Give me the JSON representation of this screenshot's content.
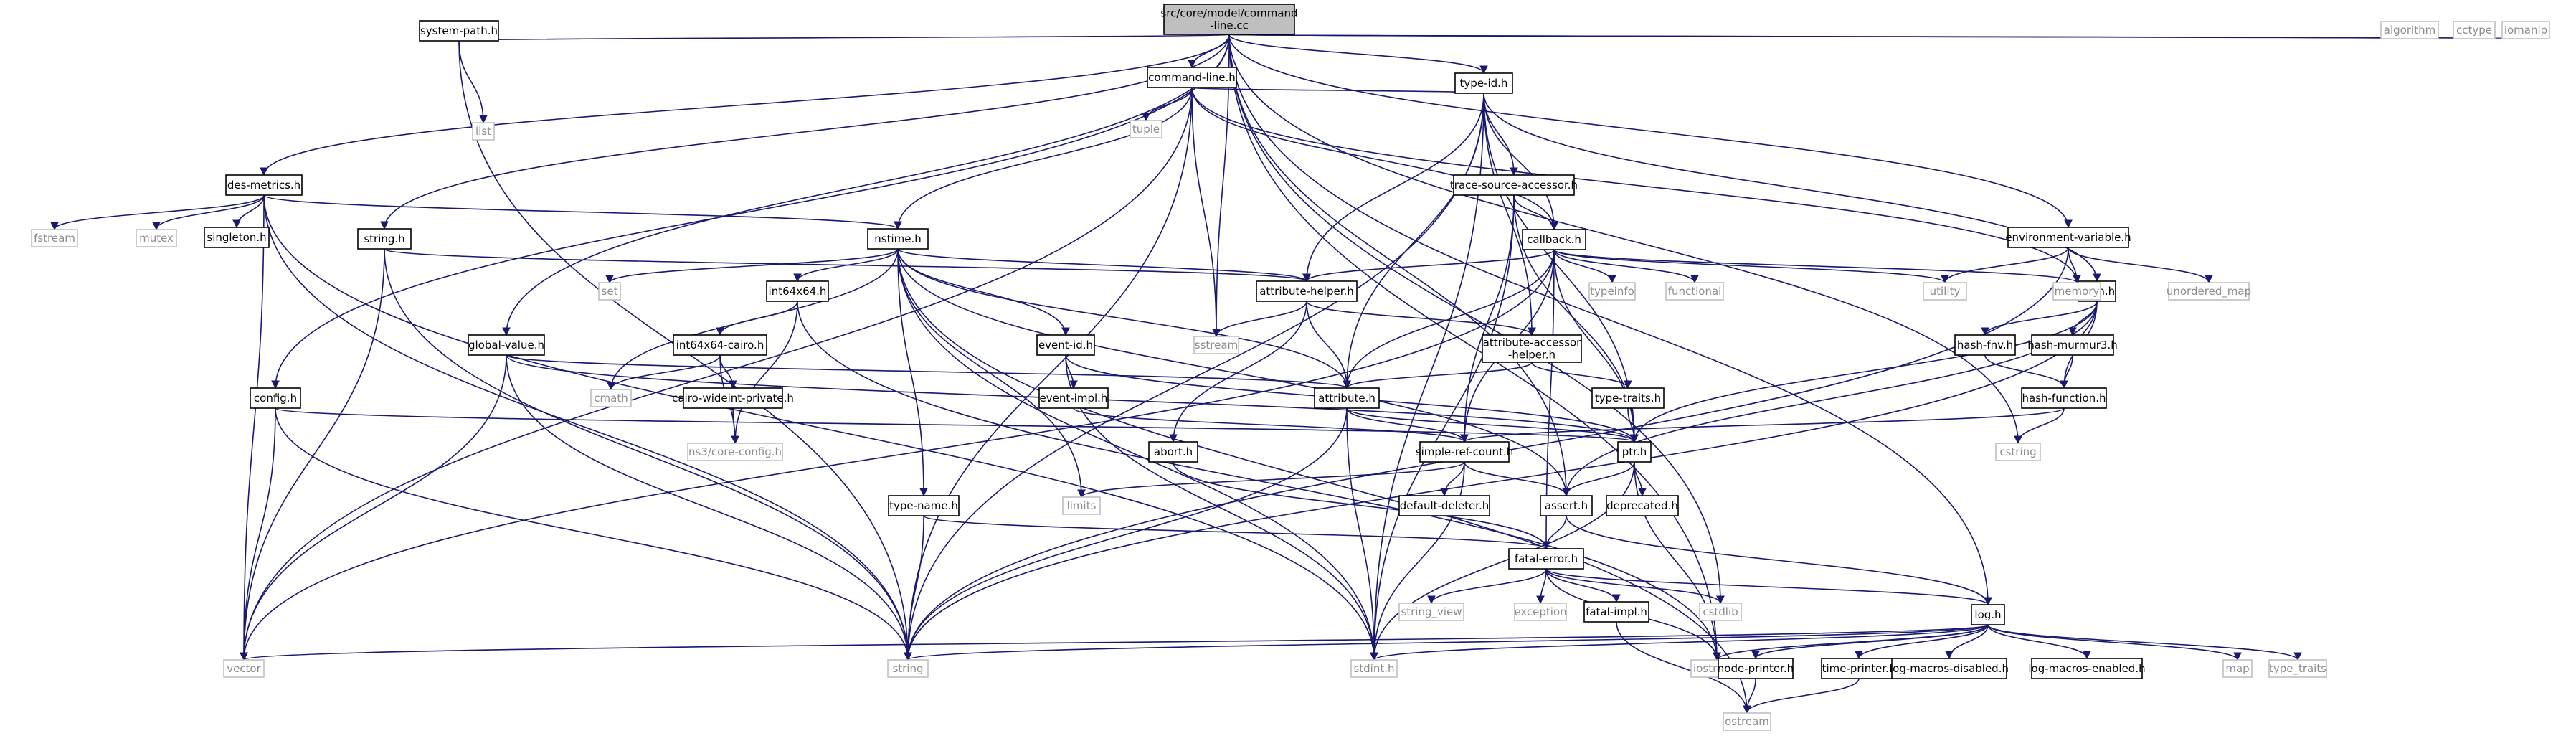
{
  "graph": {
    "root": "src/core/model/command\n-line.cc",
    "nodes": [
      {
        "id": "root",
        "label": "src/core/model/command\n-line.cc",
        "kind": "root"
      },
      {
        "id": "system_path",
        "label": "system-path.h",
        "kind": "local"
      },
      {
        "id": "command_line",
        "label": "command-line.h",
        "kind": "local"
      },
      {
        "id": "list",
        "label": "list",
        "kind": "system"
      },
      {
        "id": "tuple",
        "label": "tuple",
        "kind": "system"
      },
      {
        "id": "type_id",
        "label": "type-id.h",
        "kind": "local"
      },
      {
        "id": "des_metrics",
        "label": "des-metrics.h",
        "kind": "local"
      },
      {
        "id": "trace_source",
        "label": "trace-source-accessor.h",
        "kind": "local"
      },
      {
        "id": "algorithm",
        "label": "algorithm",
        "kind": "system"
      },
      {
        "id": "cctype",
        "label": "cctype",
        "kind": "system"
      },
      {
        "id": "iomanip",
        "label": "iomanip",
        "kind": "system"
      },
      {
        "id": "fstream",
        "label": "fstream",
        "kind": "system"
      },
      {
        "id": "mutex",
        "label": "mutex",
        "kind": "system"
      },
      {
        "id": "singleton",
        "label": "singleton.h",
        "kind": "local"
      },
      {
        "id": "nstime",
        "label": "nstime.h",
        "kind": "local"
      },
      {
        "id": "string_h",
        "label": "string.h",
        "kind": "local"
      },
      {
        "id": "callback",
        "label": "callback.h",
        "kind": "local"
      },
      {
        "id": "env_var",
        "label": "environment-variable.h",
        "kind": "local"
      },
      {
        "id": "set",
        "label": "set",
        "kind": "system"
      },
      {
        "id": "int64x64",
        "label": "int64x64.h",
        "kind": "local"
      },
      {
        "id": "attr_helper",
        "label": "attribute-helper.h",
        "kind": "local"
      },
      {
        "id": "typeinfo",
        "label": "typeinfo",
        "kind": "system"
      },
      {
        "id": "functional",
        "label": "functional",
        "kind": "system"
      },
      {
        "id": "utility",
        "label": "utility",
        "kind": "system"
      },
      {
        "id": "hash",
        "label": "hash.h",
        "kind": "local"
      },
      {
        "id": "memory",
        "label": "memory",
        "kind": "system"
      },
      {
        "id": "unordered_map",
        "label": "unordered_map",
        "kind": "system"
      },
      {
        "id": "global_value",
        "label": "global-value.h",
        "kind": "local"
      },
      {
        "id": "int64x64_cairo",
        "label": "int64x64-cairo.h",
        "kind": "local"
      },
      {
        "id": "event_id",
        "label": "event-id.h",
        "kind": "local"
      },
      {
        "id": "sstream",
        "label": "sstream",
        "kind": "system"
      },
      {
        "id": "attr_accessor",
        "label": "attribute-accessor\n-helper.h",
        "kind": "local"
      },
      {
        "id": "hash_fnv",
        "label": "hash-fnv.h",
        "kind": "local"
      },
      {
        "id": "hash_murmur3",
        "label": "hash-murmur3.h",
        "kind": "local"
      },
      {
        "id": "config",
        "label": "config.h",
        "kind": "local"
      },
      {
        "id": "cmath",
        "label": "cmath",
        "kind": "system"
      },
      {
        "id": "cairo_wide",
        "label": "cairo-wideint-private.h",
        "kind": "local"
      },
      {
        "id": "event_impl",
        "label": "event-impl.h",
        "kind": "local"
      },
      {
        "id": "attribute",
        "label": "attribute.h",
        "kind": "local"
      },
      {
        "id": "type_traits_h",
        "label": "type-traits.h",
        "kind": "local"
      },
      {
        "id": "hash_function",
        "label": "hash-function.h",
        "kind": "local"
      },
      {
        "id": "core_config",
        "label": "ns3/core-config.h",
        "kind": "system"
      },
      {
        "id": "abort",
        "label": "abort.h",
        "kind": "local"
      },
      {
        "id": "simple_ref",
        "label": "simple-ref-count.h",
        "kind": "local"
      },
      {
        "id": "ptr",
        "label": "ptr.h",
        "kind": "local"
      },
      {
        "id": "cstring",
        "label": "cstring",
        "kind": "system"
      },
      {
        "id": "limits",
        "label": "limits",
        "kind": "system"
      },
      {
        "id": "type_name",
        "label": "type-name.h",
        "kind": "local"
      },
      {
        "id": "default_deleter",
        "label": "default-deleter.h",
        "kind": "local"
      },
      {
        "id": "assert",
        "label": "assert.h",
        "kind": "local"
      },
      {
        "id": "deprecated",
        "label": "deprecated.h",
        "kind": "local"
      },
      {
        "id": "fatal_error",
        "label": "fatal-error.h",
        "kind": "local"
      },
      {
        "id": "string_view",
        "label": "string_view",
        "kind": "system"
      },
      {
        "id": "exception",
        "label": "exception",
        "kind": "system"
      },
      {
        "id": "fatal_impl",
        "label": "fatal-impl.h",
        "kind": "local"
      },
      {
        "id": "cstdlib",
        "label": "cstdlib",
        "kind": "system"
      },
      {
        "id": "log",
        "label": "log.h",
        "kind": "local"
      },
      {
        "id": "vector",
        "label": "vector",
        "kind": "system"
      },
      {
        "id": "string",
        "label": "string",
        "kind": "system"
      },
      {
        "id": "stdint",
        "label": "stdint.h",
        "kind": "system"
      },
      {
        "id": "iostream",
        "label": "iostream",
        "kind": "system"
      },
      {
        "id": "node_printer",
        "label": "node-printer.h",
        "kind": "local"
      },
      {
        "id": "time_printer",
        "label": "time-printer.h",
        "kind": "local"
      },
      {
        "id": "log_macros_disabled",
        "label": "log-macros-disabled.h",
        "kind": "local"
      },
      {
        "id": "log_macros_enabled",
        "label": "log-macros-enabled.h",
        "kind": "local"
      },
      {
        "id": "map",
        "label": "map",
        "kind": "system"
      },
      {
        "id": "type_traits",
        "label": "type_traits",
        "kind": "system"
      },
      {
        "id": "ostream",
        "label": "ostream",
        "kind": "system"
      }
    ],
    "edges": [
      [
        "root",
        "system_path"
      ],
      [
        "root",
        "command_line"
      ],
      [
        "root",
        "type_id"
      ],
      [
        "root",
        "des_metrics"
      ],
      [
        "root",
        "string_h"
      ],
      [
        "root",
        "global_value"
      ],
      [
        "root",
        "config"
      ],
      [
        "root",
        "sstream"
      ],
      [
        "root",
        "env_var"
      ],
      [
        "root",
        "assert"
      ],
      [
        "root",
        "cstring"
      ],
      [
        "root",
        "cstdlib"
      ],
      [
        "root",
        "log"
      ],
      [
        "root",
        "iostream"
      ],
      [
        "root",
        "algorithm"
      ],
      [
        "root",
        "cctype"
      ],
      [
        "root",
        "iomanip"
      ],
      [
        "system_path",
        "list"
      ],
      [
        "system_path",
        "string"
      ],
      [
        "command_line",
        "tuple"
      ],
      [
        "command_line",
        "type_id"
      ],
      [
        "command_line",
        "nstime"
      ],
      [
        "command_line",
        "callback"
      ],
      [
        "command_line",
        "memory"
      ],
      [
        "command_line",
        "sstream"
      ],
      [
        "command_line",
        "string"
      ],
      [
        "command_line",
        "vector"
      ],
      [
        "type_id",
        "trace_source"
      ],
      [
        "type_id",
        "callback"
      ],
      [
        "type_id",
        "attr_helper"
      ],
      [
        "type_id",
        "attr_accessor"
      ],
      [
        "type_id",
        "attribute"
      ],
      [
        "type_id",
        "hash"
      ],
      [
        "type_id",
        "ptr"
      ],
      [
        "type_id",
        "string"
      ],
      [
        "type_id",
        "stdint"
      ],
      [
        "des_metrics",
        "fstream"
      ],
      [
        "des_metrics",
        "mutex"
      ],
      [
        "des_metrics",
        "singleton"
      ],
      [
        "des_metrics",
        "nstime"
      ],
      [
        "des_metrics",
        "string"
      ],
      [
        "des_metrics",
        "vector"
      ],
      [
        "des_metrics",
        "stdint"
      ],
      [
        "trace_source",
        "callback"
      ],
      [
        "trace_source",
        "ptr"
      ],
      [
        "trace_source",
        "simple_ref"
      ],
      [
        "trace_source",
        "stdint"
      ],
      [
        "nstime",
        "set"
      ],
      [
        "nstime",
        "int64x64"
      ],
      [
        "nstime",
        "attr_helper"
      ],
      [
        "nstime",
        "event_id"
      ],
      [
        "nstime",
        "attribute"
      ],
      [
        "nstime",
        "type_name"
      ],
      [
        "nstime",
        "assert"
      ],
      [
        "nstime",
        "cmath"
      ],
      [
        "nstime",
        "limits"
      ],
      [
        "nstime",
        "ostream"
      ],
      [
        "nstime",
        "stdint"
      ],
      [
        "string_h",
        "attr_helper"
      ],
      [
        "string_h",
        "string"
      ],
      [
        "string_h",
        "vector"
      ],
      [
        "callback",
        "attr_helper"
      ],
      [
        "callback",
        "typeinfo"
      ],
      [
        "callback",
        "functional"
      ],
      [
        "callback",
        "utility"
      ],
      [
        "callback",
        "memory"
      ],
      [
        "callback",
        "attribute"
      ],
      [
        "callback",
        "ptr"
      ],
      [
        "callback",
        "simple_ref"
      ],
      [
        "callback",
        "fatal_error"
      ],
      [
        "callback",
        "vector"
      ],
      [
        "env_var",
        "utility"
      ],
      [
        "env_var",
        "memory"
      ],
      [
        "env_var",
        "unordered_map"
      ],
      [
        "env_var",
        "string"
      ],
      [
        "int64x64",
        "int64x64_cairo"
      ],
      [
        "int64x64",
        "core_config"
      ],
      [
        "int64x64",
        "iostream"
      ],
      [
        "attr_helper",
        "sstream"
      ],
      [
        "attr_helper",
        "attr_accessor"
      ],
      [
        "attr_helper",
        "attribute"
      ],
      [
        "attr_helper",
        "abort"
      ],
      [
        "hash",
        "hash_fnv"
      ],
      [
        "hash",
        "hash_murmur3"
      ],
      [
        "hash",
        "hash_function"
      ],
      [
        "hash",
        "ptr"
      ],
      [
        "hash",
        "assert"
      ],
      [
        "hash",
        "string"
      ],
      [
        "global_value",
        "attribute"
      ],
      [
        "global_value",
        "ptr"
      ],
      [
        "global_value",
        "string"
      ],
      [
        "global_value",
        "vector"
      ],
      [
        "int64x64_cairo",
        "cmath"
      ],
      [
        "int64x64_cairo",
        "cairo_wide"
      ],
      [
        "int64x64_cairo",
        "core_config"
      ],
      [
        "event_id",
        "event_impl"
      ],
      [
        "event_id",
        "ptr"
      ],
      [
        "event_id",
        "stdint"
      ],
      [
        "attr_accessor",
        "attribute"
      ],
      [
        "attr_accessor",
        "type_traits_h"
      ],
      [
        "hash_fnv",
        "hash_function"
      ],
      [
        "hash_murmur3",
        "hash_function"
      ],
      [
        "config",
        "ptr"
      ],
      [
        "config",
        "string"
      ],
      [
        "config",
        "vector"
      ],
      [
        "cairo_wide",
        "core_config"
      ],
      [
        "event_impl",
        "simple_ref"
      ],
      [
        "attribute",
        "ptr"
      ],
      [
        "attribute",
        "simple_ref"
      ],
      [
        "attribute",
        "string"
      ],
      [
        "attribute",
        "stdint"
      ],
      [
        "type_traits_h",
        "ptr"
      ],
      [
        "hash_function",
        "simple_ref"
      ],
      [
        "hash_function",
        "cstring"
      ],
      [
        "abort",
        "fatal_error"
      ],
      [
        "simple_ref",
        "default_deleter"
      ],
      [
        "simple_ref",
        "assert"
      ],
      [
        "simple_ref",
        "limits"
      ],
      [
        "simple_ref",
        "stdint"
      ],
      [
        "ptr",
        "assert"
      ],
      [
        "ptr",
        "deprecated"
      ],
      [
        "ptr",
        "iostream"
      ],
      [
        "ptr",
        "stdint"
      ],
      [
        "type_name",
        "fatal_error"
      ],
      [
        "type_name",
        "string"
      ],
      [
        "assert",
        "fatal_error"
      ],
      [
        "assert",
        "log"
      ],
      [
        "fatal_error",
        "string_view"
      ],
      [
        "fatal_error",
        "exception"
      ],
      [
        "fatal_error",
        "fatal_impl"
      ],
      [
        "fatal_error",
        "cstdlib"
      ],
      [
        "fatal_error",
        "iostream"
      ],
      [
        "fatal_error",
        "log"
      ],
      [
        "fatal_impl",
        "ostream"
      ],
      [
        "log",
        "node_printer"
      ],
      [
        "log",
        "time_printer"
      ],
      [
        "log",
        "log_macros_disabled"
      ],
      [
        "log",
        "log_macros_enabled"
      ],
      [
        "log",
        "map"
      ],
      [
        "log",
        "type_traits"
      ],
      [
        "log",
        "iostream"
      ],
      [
        "log",
        "string"
      ],
      [
        "log",
        "vector"
      ],
      [
        "log",
        "stdint"
      ],
      [
        "node_printer",
        "ostream"
      ],
      [
        "time_printer",
        "ostream"
      ]
    ]
  }
}
